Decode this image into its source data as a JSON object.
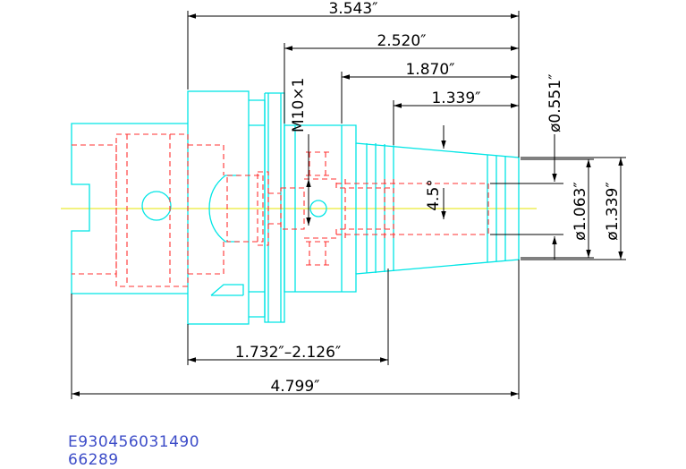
{
  "dimensions": {
    "overall_length": "4.799″",
    "flange_to_end": "3.543″",
    "length_2": "2.520″",
    "length_3": "1.870″",
    "length_4": "1.339″",
    "range": "1.732″–2.126″",
    "thread": "M10×1",
    "angle": "4.5°",
    "dia_small": "ø0.551″",
    "dia_mid": "ø1.063″",
    "dia_large": "ø1.339″"
  },
  "part_number": "E930456031490",
  "part_code": "66289",
  "colors": {
    "outline": "#00e5e5",
    "hidden": "#ff3030",
    "dimension": "#000000",
    "centerline": "#e6e600",
    "text_blue": "#3c4cc8"
  }
}
